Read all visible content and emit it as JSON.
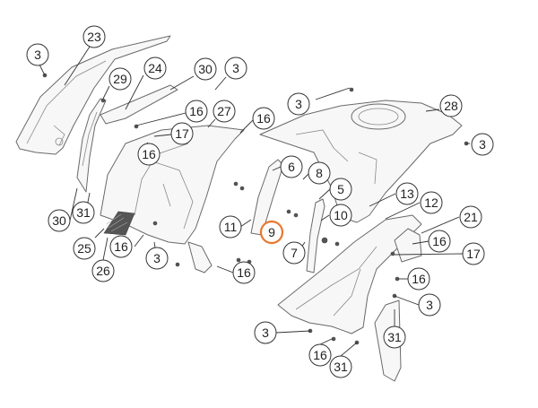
{
  "highlight_color": "#e8772e",
  "callouts": [
    {
      "label": "3",
      "highlighted": false
    },
    {
      "label": "23",
      "highlighted": false
    },
    {
      "label": "29",
      "highlighted": false
    },
    {
      "label": "24",
      "highlighted": false
    },
    {
      "label": "30",
      "highlighted": false
    },
    {
      "label": "3",
      "highlighted": false
    },
    {
      "label": "16",
      "highlighted": false
    },
    {
      "label": "27",
      "highlighted": false
    },
    {
      "label": "16",
      "highlighted": false
    },
    {
      "label": "3",
      "highlighted": false
    },
    {
      "label": "28",
      "highlighted": false
    },
    {
      "label": "3",
      "highlighted": false
    },
    {
      "label": "17",
      "highlighted": false
    },
    {
      "label": "16",
      "highlighted": false
    },
    {
      "label": "6",
      "highlighted": false
    },
    {
      "label": "8",
      "highlighted": false
    },
    {
      "label": "5",
      "highlighted": false
    },
    {
      "label": "13",
      "highlighted": false
    },
    {
      "label": "12",
      "highlighted": false
    },
    {
      "label": "30",
      "highlighted": false
    },
    {
      "label": "31",
      "highlighted": false
    },
    {
      "label": "11",
      "highlighted": false
    },
    {
      "label": "9",
      "highlighted": true
    },
    {
      "label": "10",
      "highlighted": false
    },
    {
      "label": "21",
      "highlighted": false
    },
    {
      "label": "25",
      "highlighted": false
    },
    {
      "label": "16",
      "highlighted": false
    },
    {
      "label": "7",
      "highlighted": false
    },
    {
      "label": "16",
      "highlighted": false
    },
    {
      "label": "3",
      "highlighted": false
    },
    {
      "label": "17",
      "highlighted": false
    },
    {
      "label": "26",
      "highlighted": false
    },
    {
      "label": "16",
      "highlighted": false
    },
    {
      "label": "16",
      "highlighted": false
    },
    {
      "label": "3",
      "highlighted": false
    },
    {
      "label": "3",
      "highlighted": false
    },
    {
      "label": "31",
      "highlighted": false
    },
    {
      "label": "16",
      "highlighted": false
    },
    {
      "label": "31",
      "highlighted": false
    }
  ]
}
